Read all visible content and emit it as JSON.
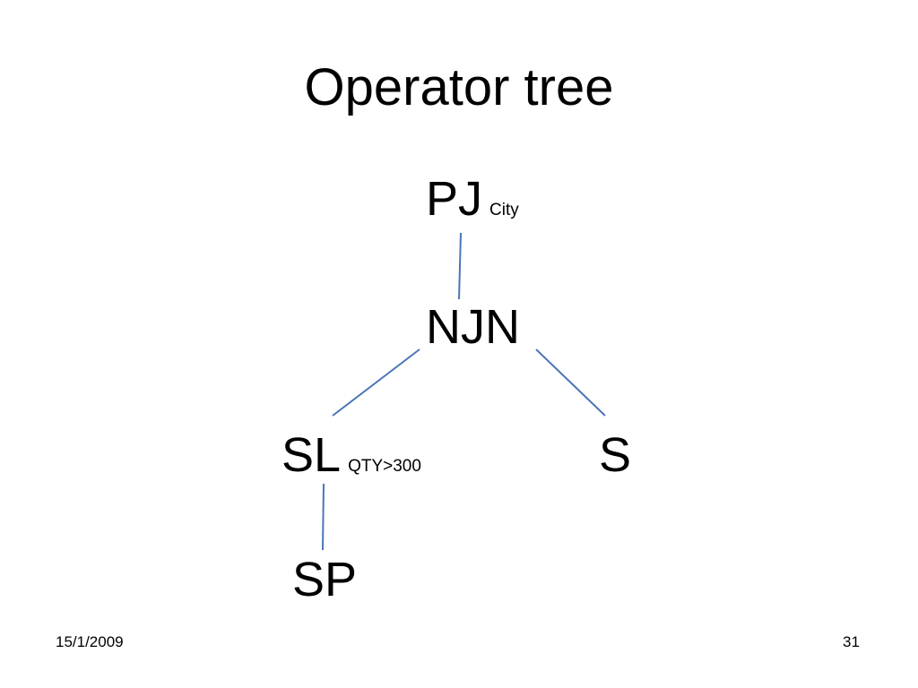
{
  "slide": {
    "title": "Operator tree",
    "date": "15/1/2009",
    "page_number": "31"
  },
  "tree": {
    "line_color": "#4a76b8",
    "nodes": {
      "pj": {
        "label": "PJ",
        "subscript": "City"
      },
      "njn": {
        "label": "NJN"
      },
      "sl": {
        "label": "SL",
        "subscript": "QTY>300"
      },
      "s": {
        "label": "S"
      },
      "sp": {
        "label": "SP"
      }
    },
    "edges": [
      {
        "from": "PJ",
        "to": "NJN"
      },
      {
        "from": "NJN",
        "to": "SL"
      },
      {
        "from": "NJN",
        "to": "S"
      },
      {
        "from": "SL",
        "to": "SP"
      }
    ]
  }
}
